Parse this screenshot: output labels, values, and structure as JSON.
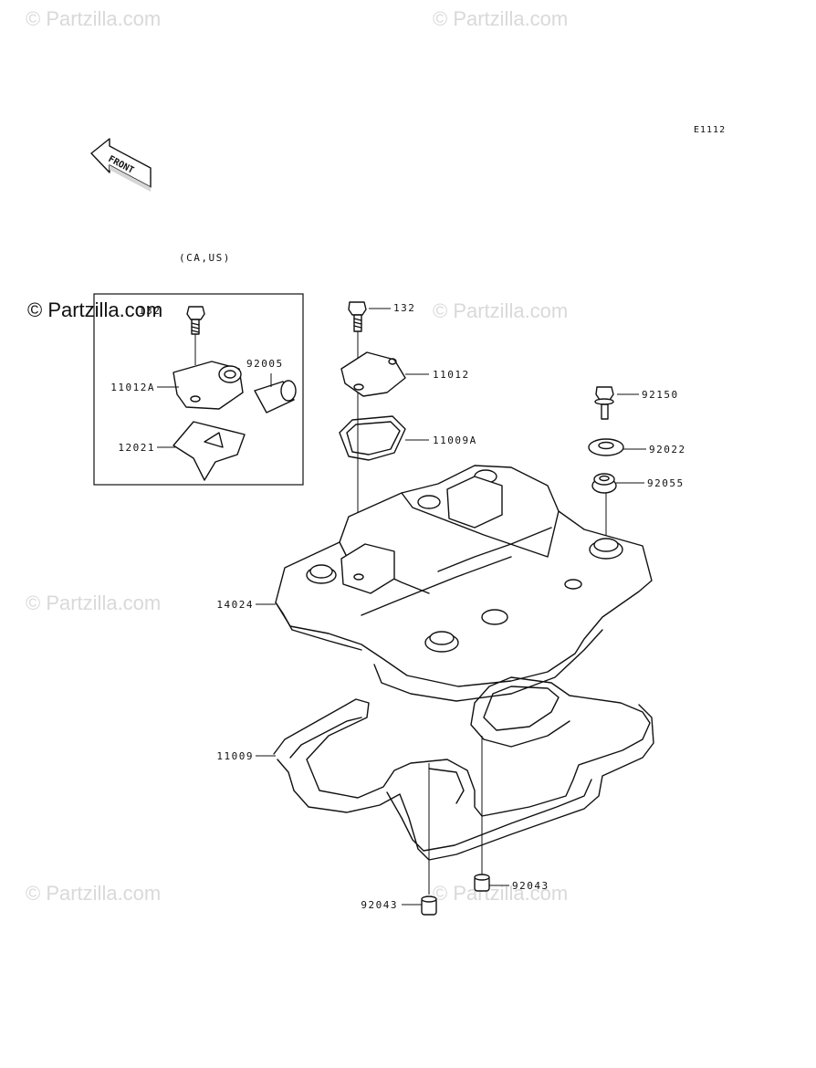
{
  "watermark": {
    "text": "© Partzilla.com",
    "overlay_text": "© Partzilla.com"
  },
  "diagram_code": "E1112",
  "front_arrow": {
    "label": "FRONT",
    "icon": "front-arrow-icon"
  },
  "inset": {
    "title": "(CA,US)"
  },
  "labels": {
    "p132_inset": "132",
    "p11012A": "11012A",
    "p92005": "92005",
    "p12021": "12021",
    "p132": "132",
    "p11012": "11012",
    "p11009A": "11009A",
    "p92150": "92150",
    "p92022": "92022",
    "p92055": "92055",
    "p14024": "14024",
    "p11009": "11009",
    "p92043_right": "92043",
    "p92043_left": "92043"
  }
}
